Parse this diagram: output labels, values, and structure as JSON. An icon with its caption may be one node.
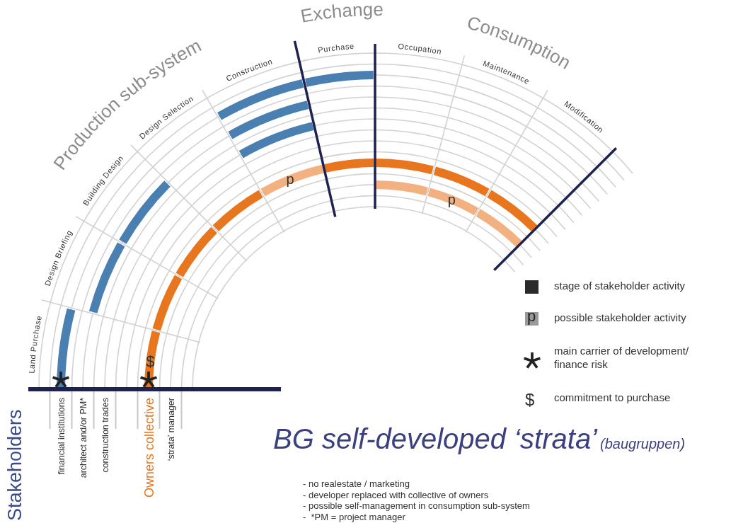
{
  "diagram": {
    "title": "BG self-developed ‘strata’",
    "labels": [
      "Exchange",
      "Consumption",
      "Production sub-system",
      "Purchase",
      "Occupation",
      "Construction",
      "Maintenance",
      "Design Selection",
      "Modification",
      "Building Design",
      "Design Briefing",
      "Land Purchase",
      "p",
      "p",
      "$",
      "Stakeholders",
      "financial institutions",
      "architect and/or PM*",
      "construction trades",
      "Owners collective",
      "‘strata’ manager",
      "(baugruppen)",
      "- no realestate / marketing",
      "- developer replaced with collective of owners",
      "- possible self-management in consumption sub-system",
      "-  *PM = project manager",
      "p",
      "$"
    ],
    "legend": [
      {
        "text": "stage of stakeholder activity",
        "color": "#2b2b2b"
      },
      {
        "text": "possible stakeholder activity",
        "color": "#9a9a9a"
      },
      {
        "text": "main carrier of development/ finance risk"
      },
      {
        "text": "commitment to purchase"
      }
    ]
  }
}
